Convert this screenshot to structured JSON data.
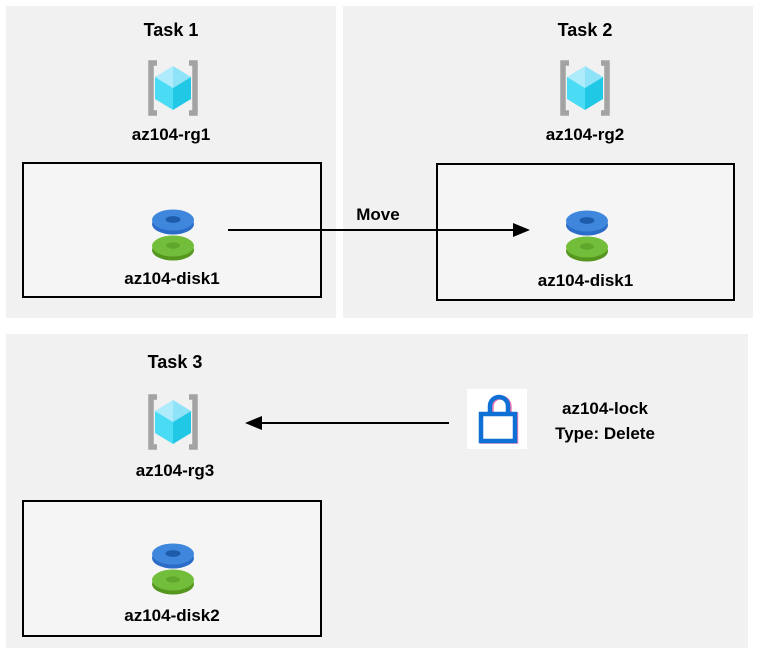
{
  "colors": {
    "panel_bg": "#f1f1f1",
    "box_bg": "#f5f5f5",
    "line_black": "#000000",
    "bracket_gray": "#a3a3a3",
    "cube_top_left": "#aeecfc",
    "cube_top_right": "#8fe3f8",
    "cube_left": "#4adcf5",
    "cube_right": "#20c8e5",
    "disk_blue_top": "#3f87dc",
    "disk_blue_side": "#2a6cc8",
    "disk_blue_hole": "#1d5cab",
    "disk_green_top": "#72be3b",
    "disk_green_side": "#55961f",
    "disk_green_hole": "#5fa72c",
    "lock_blue": "#0e6fd4",
    "lock_pink": "#f27bb2"
  },
  "panels": [
    {
      "title": "Task 1",
      "resource_group": "az104-rg1",
      "disk": "az104-disk1"
    },
    {
      "title": "Task 2",
      "resource_group": "az104-rg2",
      "disk": "az104-disk1"
    },
    {
      "title": "Task 3",
      "resource_group": "az104-rg3",
      "disk": "az104-disk2"
    }
  ],
  "move_arrow": {
    "label": "Move"
  },
  "lock": {
    "name": "az104-lock",
    "type": "Type: Delete"
  }
}
